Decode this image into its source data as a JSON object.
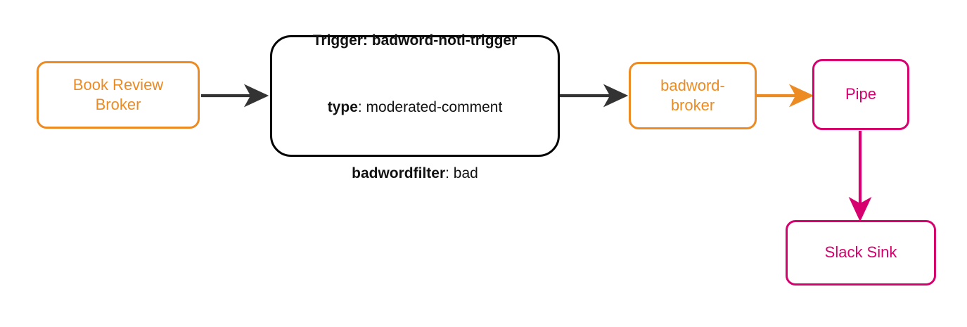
{
  "diagram": {
    "type": "flow-diagram",
    "background_color": "#ffffff",
    "colors": {
      "broker_orange": "#ED8B23",
      "pipe_magenta": "#D6006E",
      "trigger_black": "#000000",
      "edge_dark": "#333333"
    },
    "nodes": [
      {
        "id": "book-review-broker",
        "label": "Book Review\nBroker",
        "kind": "broker",
        "color": "#ED8B23"
      },
      {
        "id": "badword-noti-trigger",
        "kind": "trigger",
        "color": "#000000",
        "lines": [
          {
            "key": "Trigger:",
            "value": " badword-noti-trigger",
            "all_bold": true
          },
          {
            "key": "type",
            "value": ": moderated-comment",
            "all_bold": false
          },
          {
            "key": "badwordfilter",
            "value": ": bad",
            "all_bold": false
          }
        ]
      },
      {
        "id": "badword-broker",
        "label": "badword-\nbroker",
        "kind": "broker",
        "color": "#ED8B23"
      },
      {
        "id": "pipe",
        "label": "Pipe",
        "kind": "pipe",
        "color": "#D6006E"
      },
      {
        "id": "slack-sink",
        "label": "Slack Sink",
        "kind": "sink",
        "color": "#D6006E"
      }
    ],
    "edges": [
      {
        "id": "edge-broker-to-trigger",
        "from": "book-review-broker",
        "to": "badword-noti-trigger",
        "color": "#333333",
        "direction": "right"
      },
      {
        "id": "edge-trigger-to-badword-broker",
        "from": "badword-noti-trigger",
        "to": "badword-broker",
        "color": "#333333",
        "direction": "right"
      },
      {
        "id": "edge-badword-broker-to-pipe",
        "from": "badword-broker",
        "to": "pipe",
        "color": "#ED8B23",
        "direction": "right"
      },
      {
        "id": "edge-pipe-to-slack-sink",
        "from": "pipe",
        "to": "slack-sink",
        "color": "#D6006E",
        "direction": "down"
      }
    ]
  }
}
